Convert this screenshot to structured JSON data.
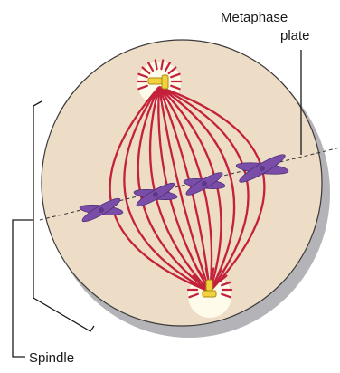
{
  "labels": {
    "metaphase_line1": "Metaphase",
    "metaphase_line2": "plate",
    "spindle": "Spindle"
  },
  "colors": {
    "cell_fill": "#eddcc6",
    "cell_shadow": "#b4b4b8",
    "cell_outline": "#3a3a3a",
    "spindle_fiber": "#c4213a",
    "chromosome": "#7a4ea8",
    "chromosome_edge": "#4e2f78",
    "centrosome": "#f1d23c",
    "aster_glow": "#fffbea",
    "leader_line": "#1a1a1a"
  },
  "icons": {
    "chromosome": "x-shaped-chromosome-icon",
    "centrosome": "centriole-pair-icon"
  },
  "chromosome_count": 4
}
